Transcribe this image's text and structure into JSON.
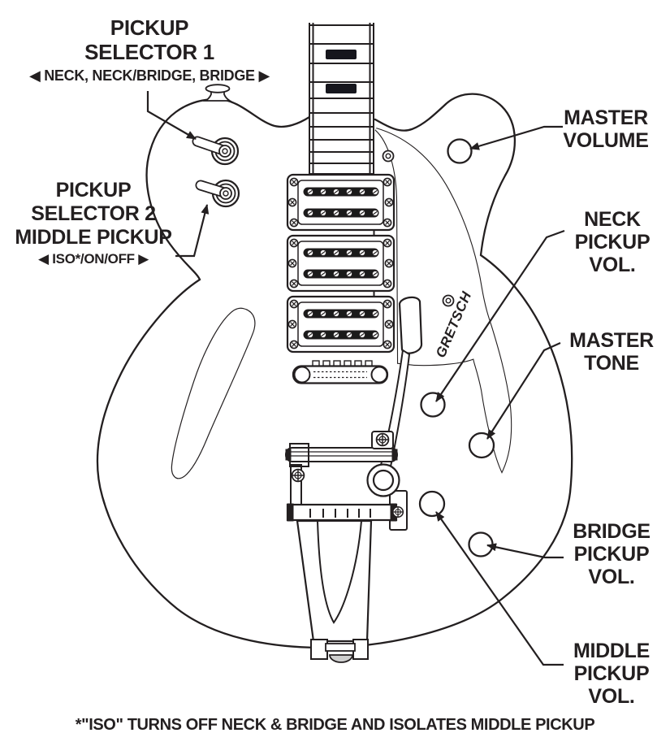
{
  "diagram": {
    "labels": {
      "pickup_selector_1": {
        "lines": [
          "PICKUP",
          "SELECTOR 1"
        ],
        "options": "◀ NECK, NECK/BRIDGE, BRIDGE ▶"
      },
      "pickup_selector_2": {
        "lines": [
          "PICKUP",
          "SELECTOR 2",
          "MIDDLE PICKUP"
        ],
        "options": "◀ ISO*/ON/OFF ▶"
      },
      "master_volume": {
        "lines": [
          "MASTER",
          "VOLUME"
        ]
      },
      "neck_pickup_vol": {
        "lines": [
          "NECK",
          "PICKUP",
          "VOL."
        ]
      },
      "master_tone": {
        "lines": [
          "MASTER",
          "TONE"
        ]
      },
      "bridge_pickup_vol": {
        "lines": [
          "BRIDGE",
          "PICKUP",
          "VOL."
        ]
      },
      "middle_pickup_vol": {
        "lines": [
          "MIDDLE",
          "PICKUP",
          "VOL."
        ]
      }
    },
    "footnote": "*\"ISO\" TURNS OFF NECK & BRIDGE AND ISOLATES MIDDLE PICKUP",
    "guitar": {
      "brand_logo": "GRETSCH"
    },
    "colors": {
      "line": "#231f20",
      "background": "#ffffff",
      "inlay": "#16161d"
    }
  }
}
